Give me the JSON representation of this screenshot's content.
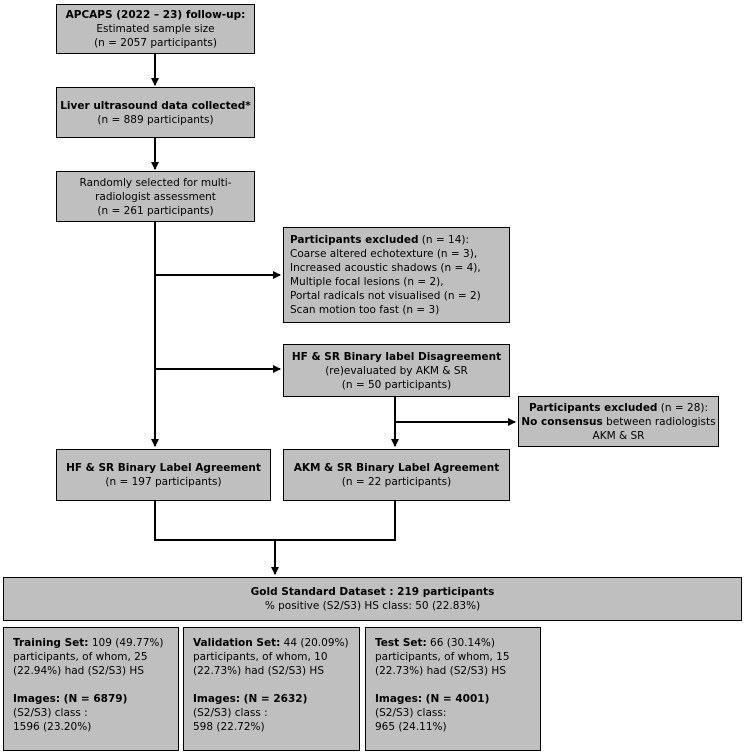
{
  "box1": {
    "title": "APCAPS (2022 – 23) follow-up:",
    "line1": "Estimated sample size",
    "line2": "(n = 2057 participants)"
  },
  "box2": {
    "title": "Liver ultrasound data collected*",
    "line1": "(n = 889 participants)"
  },
  "box3": {
    "line1": "Randomly selected for multi-",
    "line2": "radiologist assessment",
    "line3": "(n = 261 participants)"
  },
  "excl1": {
    "title": "Participants excluded",
    "title_rest": " (n = 14):",
    "items": [
      "Coarse altered echotexture (n = 3),",
      "Increased acoustic shadows (n = 4),",
      "Multiple focal lesions (n = 2),",
      "Portal radicals not visualised (n = 2)",
      "Scan motion too fast (n = 3)"
    ]
  },
  "disagree": {
    "title": "HF & SR Binary label Disagreement",
    "line1": "(re)evaluated by AKM & SR",
    "line2": "(n = 50 participants)"
  },
  "excl2": {
    "title": "Participants excluded",
    "title_rest": " (n = 28):",
    "bold2": "No consensus",
    "rest2": " between radiologists",
    "line3": "AKM & SR"
  },
  "agree1": {
    "title": "HF & SR Binary Label Agreement",
    "line1": "(n = 197 participants)"
  },
  "agree2": {
    "title": "AKM & SR Binary Label Agreement",
    "line1": "(n = 22 participants)"
  },
  "gold": {
    "title": "Gold Standard Dataset : 219 participants",
    "line1": "% positive (S2/S3) HS class: 50 (22.83%)"
  },
  "training": {
    "label": "Training Set:",
    "l1": " 109 (49.77%)",
    "l2": "participants, of whom,  25",
    "l3": "(22.94%) had (S2/S3) HS",
    "img_label": "Images: (N = 6879)",
    "c1": "(S2/S3) class :",
    "c2": "1596 (23.20%)"
  },
  "validation": {
    "label": "Validation Set:",
    "l1": " 44 (20.09%)",
    "l2": "participants, of whom, 10",
    "l3": "(22.73%) had (S2/S3) HS",
    "img_label": "Images: (N = 2632)",
    "c1": "(S2/S3) class :",
    "c2": "598 (22.72%)"
  },
  "test": {
    "label": "Test Set:",
    "l1": " 66 (30.14%)",
    "l2": "participants, of whom, 15",
    "l3": "(22.73%) had (S2/S3) HS",
    "img_label": "Images: (N = 4001)",
    "c1": "(S2/S3) class:",
    "c2": "965 (24.11%)"
  }
}
